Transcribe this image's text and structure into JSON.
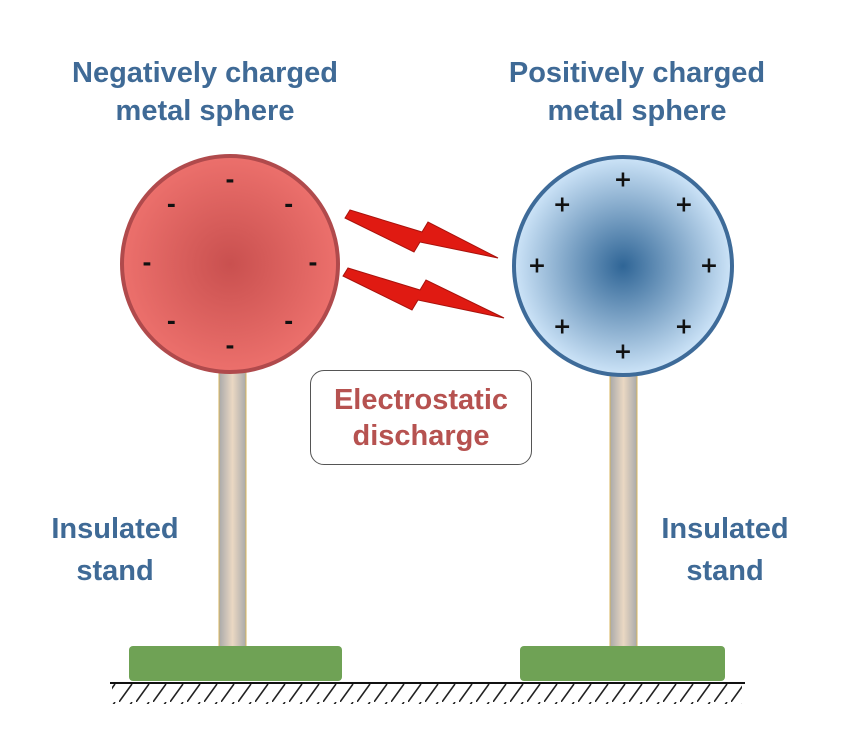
{
  "left_sphere": {
    "title_line1": "Negatively charged",
    "title_line2": "metal sphere",
    "charge_symbol": "-",
    "charge_count": 8,
    "fill_color": "#e8625f",
    "stroke_color": "#b04a4c"
  },
  "right_sphere": {
    "title_line1": "Positively charged",
    "title_line2": "metal sphere",
    "charge_symbol": "+",
    "charge_count": 8,
    "fill_color": "#b8d6f2",
    "stroke_color": "#3e6b99"
  },
  "discharge": {
    "label_line1": "Electrostatic",
    "label_line2": "discharge",
    "label_color": "#b65250",
    "spark_color": "#e01a12"
  },
  "stands": {
    "left_label_line1": "Insulated",
    "left_label_line2": "stand",
    "right_label_line1": "Insulated",
    "right_label_line2": "stand",
    "base_color": "#6fa255"
  },
  "colors": {
    "heading_text": "#3f6a96"
  }
}
